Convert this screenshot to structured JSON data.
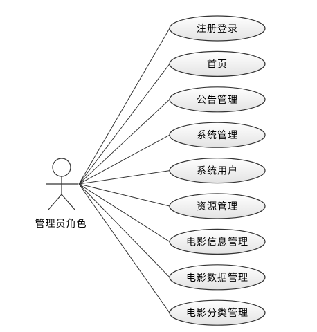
{
  "actor": {
    "label": "管理员角色"
  },
  "use_cases": [
    {
      "label": "注册登录"
    },
    {
      "label": "首页"
    },
    {
      "label": "公告管理"
    },
    {
      "label": "系统管理"
    },
    {
      "label": "系统用户"
    },
    {
      "label": "资源管理"
    },
    {
      "label": "电影信息管理"
    },
    {
      "label": "电影数据管理"
    },
    {
      "label": "电影分类管理"
    }
  ],
  "colors": {
    "ellipse_fill_top": "#ffffff",
    "ellipse_fill_bottom": "#e6e6e6",
    "stroke": "#333333"
  }
}
